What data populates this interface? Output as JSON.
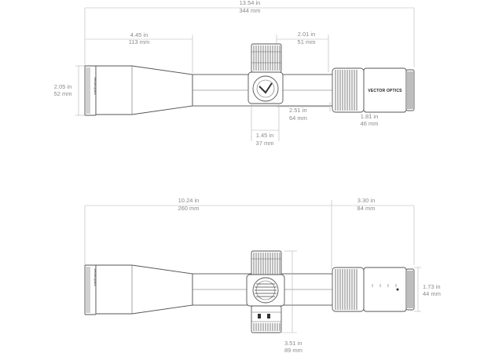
{
  "top_view": {
    "overall": {
      "in": "13.54 in",
      "mm": "344 mm"
    },
    "bell_length": {
      "in": "4.45 in",
      "mm": "113 mm"
    },
    "turret_offset": {
      "in": "2.01 in",
      "mm": "51 mm"
    },
    "objective_dia": {
      "in": "2.05 in",
      "mm": "52 mm"
    },
    "turret_to_ring": {
      "in": "2.51 in",
      "mm": "64 mm"
    },
    "ocular_dia": {
      "in": "1.81 in",
      "mm": "46 mm"
    },
    "turret_width": {
      "in": "1.45 in",
      "mm": "37 mm"
    },
    "objective_marking": "VectorOptics",
    "eyepiece_brand": "VECTOR OPTICS"
  },
  "bottom_view": {
    "body_length": {
      "in": "10.24 in",
      "mm": "260 mm"
    },
    "eyepiece_length": {
      "in": "3.30 in",
      "mm": "84 mm"
    },
    "eyepiece_dia": {
      "in": "1.73 in",
      "mm": "44 mm"
    },
    "turret_height": {
      "in": "3.51 in",
      "mm": "89 mm"
    },
    "objective_marking": "VectorOptics"
  },
  "colors": {
    "line": "#555555",
    "dimension_text": "#8a8a8a"
  }
}
